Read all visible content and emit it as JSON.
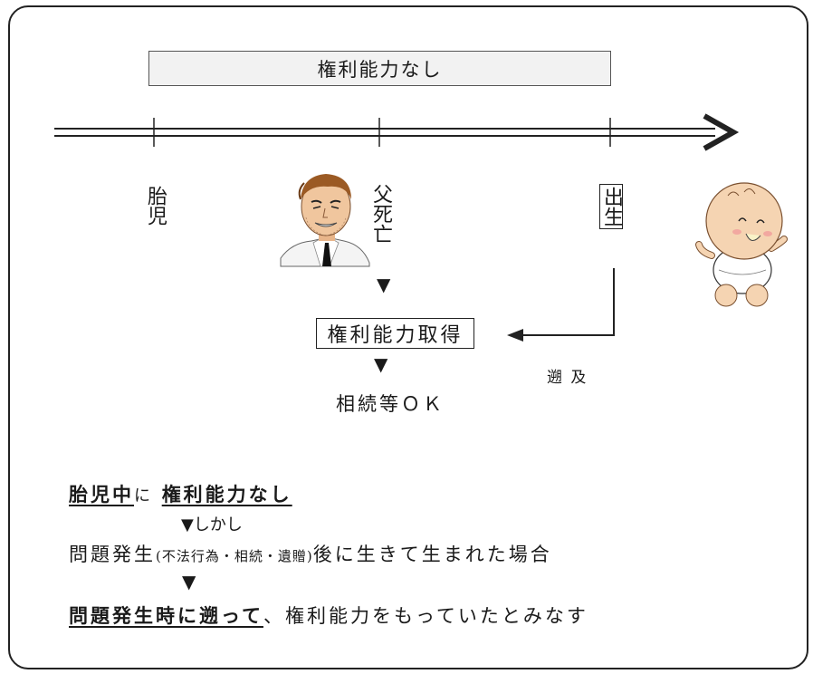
{
  "top_box": {
    "label": "権利能力なし"
  },
  "timeline": {
    "fetus": "胎児",
    "father_death": "父死亡",
    "birth": "出生"
  },
  "acquire_box": {
    "label": "権利能力取得"
  },
  "inheritance_ok": "相続等ＯＫ",
  "retroactive": "遡 及",
  "summary": {
    "line1_a": "胎児中",
    "line1_b": "に",
    "line1_c": "権利能力なし",
    "however": "▼しかし",
    "line2_a": "問題発生",
    "line2_paren": "(不法行為・相続・遺贈)",
    "line2_b": "後に生きて生まれた場合",
    "arrow": "▼",
    "line3_a": "問題発生時に遡って",
    "line3_b": "、権利能力をもっていたとみなす"
  },
  "markers": {
    "down": "▼"
  }
}
